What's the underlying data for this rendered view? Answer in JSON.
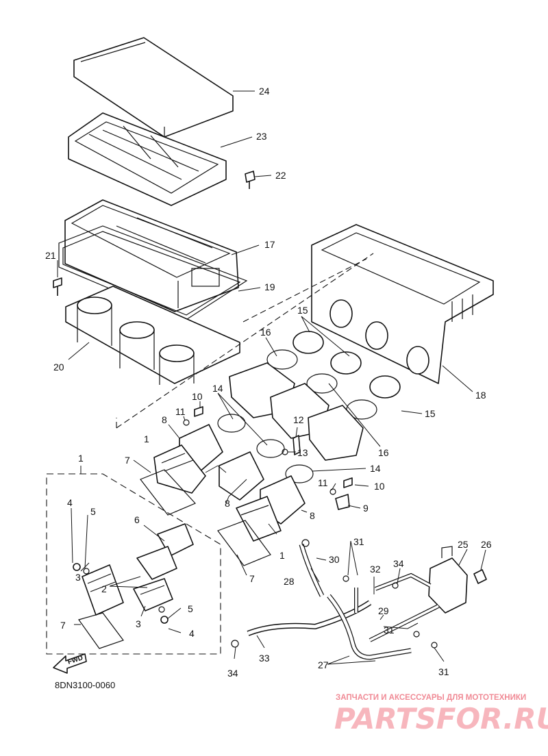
{
  "diagram_code": "8DN3100-0060",
  "fwd_label": "FWD",
  "watermark": {
    "tagline": "ЗАПЧАСТИ И АКСЕССУАРЫ ДЛЯ МОТОТЕХНИКИ",
    "brand": "PARTSFOR.RU"
  },
  "callouts": {
    "c1a": "1",
    "c1b": "1",
    "c1c": "1",
    "c2": "2",
    "c3a": "3",
    "c3b": "3",
    "c4a": "4",
    "c4b": "4",
    "c5a": "5",
    "c5b": "5",
    "c6": "6",
    "c7a": "7",
    "c7b": "7",
    "c7c": "7",
    "c8a": "8",
    "c8b": "8",
    "c8c": "8",
    "c9": "9",
    "c10a": "10",
    "c10b": "10",
    "c11a": "11",
    "c11b": "11",
    "c12": "12",
    "c13": "13",
    "c14a": "14",
    "c14b": "14",
    "c15a": "15",
    "c15b": "15",
    "c16a": "16",
    "c16b": "16",
    "c17": "17",
    "c18": "18",
    "c19": "19",
    "c20": "20",
    "c21": "21",
    "c22": "22",
    "c23": "23",
    "c24": "24",
    "c25": "25",
    "c26": "26",
    "c27": "27",
    "c28": "28",
    "c29": "29",
    "c30": "30",
    "c31a": "31",
    "c31b": "31",
    "c31c": "31",
    "c32": "32",
    "c33": "33",
    "c34a": "34",
    "c34b": "34"
  }
}
